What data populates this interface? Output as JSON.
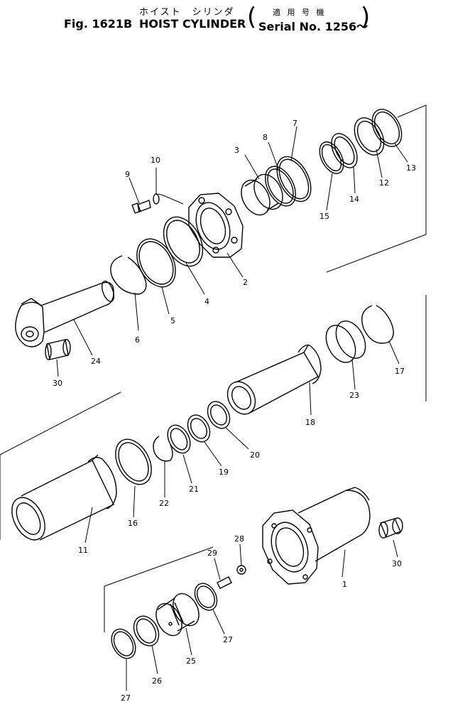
{
  "header": {
    "jp_title": "ホイスト　シリンダ",
    "jp_applicable": "適 用 号 機",
    "fig": "Fig. 1621B",
    "title": "HOIST CYLINDER",
    "serial": "Serial No. 1256～"
  },
  "callouts": [
    "1",
    "2",
    "3",
    "4",
    "5",
    "6",
    "7",
    "8",
    "9",
    "10",
    "11",
    "12",
    "13",
    "14",
    "15",
    "16",
    "17",
    "18",
    "19",
    "20",
    "21",
    "22",
    "23",
    "24",
    "25",
    "26",
    "27",
    "27",
    "28",
    "29",
    "30",
    "30"
  ]
}
